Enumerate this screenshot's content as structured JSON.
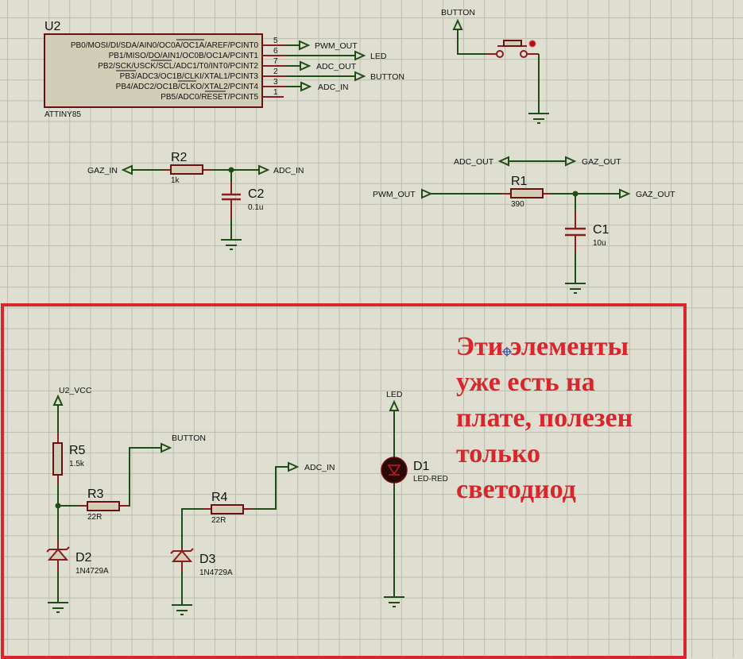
{
  "colors": {
    "background": "#dfdfd1",
    "grid": "#bdbdaf",
    "wire": "#1e4d16",
    "component_outline": "#6b1010",
    "component_fill": "#d2cdb7",
    "annotation": "#d7262c"
  },
  "u2": {
    "ref": "U2",
    "part": "ATTINY85",
    "pins": [
      {
        "name": "PB0/MOSI/DI/SDA/AIN0/OC0A/OC1A/AREF/PCINT0",
        "number": "5",
        "net": "PWM_OUT"
      },
      {
        "name": "PB1/MISO/DO/AIN1/OC0B/OC1A/PCINT1",
        "number": "6",
        "net": "LED"
      },
      {
        "name": "PB2/SCK/USCK/SCL/ADC1/T0/INT0/PCINT2",
        "number": "7",
        "net": "ADC_OUT"
      },
      {
        "name": "PB3/ADC3/OC1B/CLKI/XTAL1/PCINT3",
        "number": "2",
        "net": "BUTTON"
      },
      {
        "name": "PB4/ADC2/OC1B/CLKO/XTAL2/PCINT4",
        "number": "3",
        "net": "ADC_IN"
      },
      {
        "name": "PB5/ADC0/RESET/PCINT5",
        "number": "1",
        "net": ""
      }
    ]
  },
  "button_circuit": {
    "terminal": "BUTTON"
  },
  "r2_circuit": {
    "in_terminal": "GAZ_IN",
    "out_terminal": "ADC_IN",
    "r2": {
      "ref": "R2",
      "value": "1k"
    },
    "c2": {
      "ref": "C2",
      "value": "0.1u"
    }
  },
  "r1_circuit": {
    "bus_left": "ADC_OUT",
    "bus_right": "GAZ_OUT",
    "in_terminal": "PWM_OUT",
    "out_terminal": "GAZ_OUT",
    "r1": {
      "ref": "R1",
      "value": "390"
    },
    "c1": {
      "ref": "C1",
      "value": "10u"
    }
  },
  "protection": {
    "vcc_terminal": "U2_VCC",
    "r5": {
      "ref": "R5",
      "value": "1.5k"
    },
    "r3": {
      "ref": "R3",
      "value": "22R"
    },
    "button_terminal": "BUTTON",
    "d2": {
      "ref": "D2",
      "value": "1N4729A"
    },
    "r4": {
      "ref": "R4",
      "value": "22R"
    },
    "adc_terminal": "ADC_IN",
    "d3": {
      "ref": "D3",
      "value": "1N4729A"
    }
  },
  "led": {
    "terminal": "LED",
    "d1": {
      "ref": "D1",
      "value": "LED-RED"
    }
  },
  "annotation": {
    "text": "Эти элементы\nуже есть на\nплате, полезен\nтолько\nсветодиод"
  }
}
